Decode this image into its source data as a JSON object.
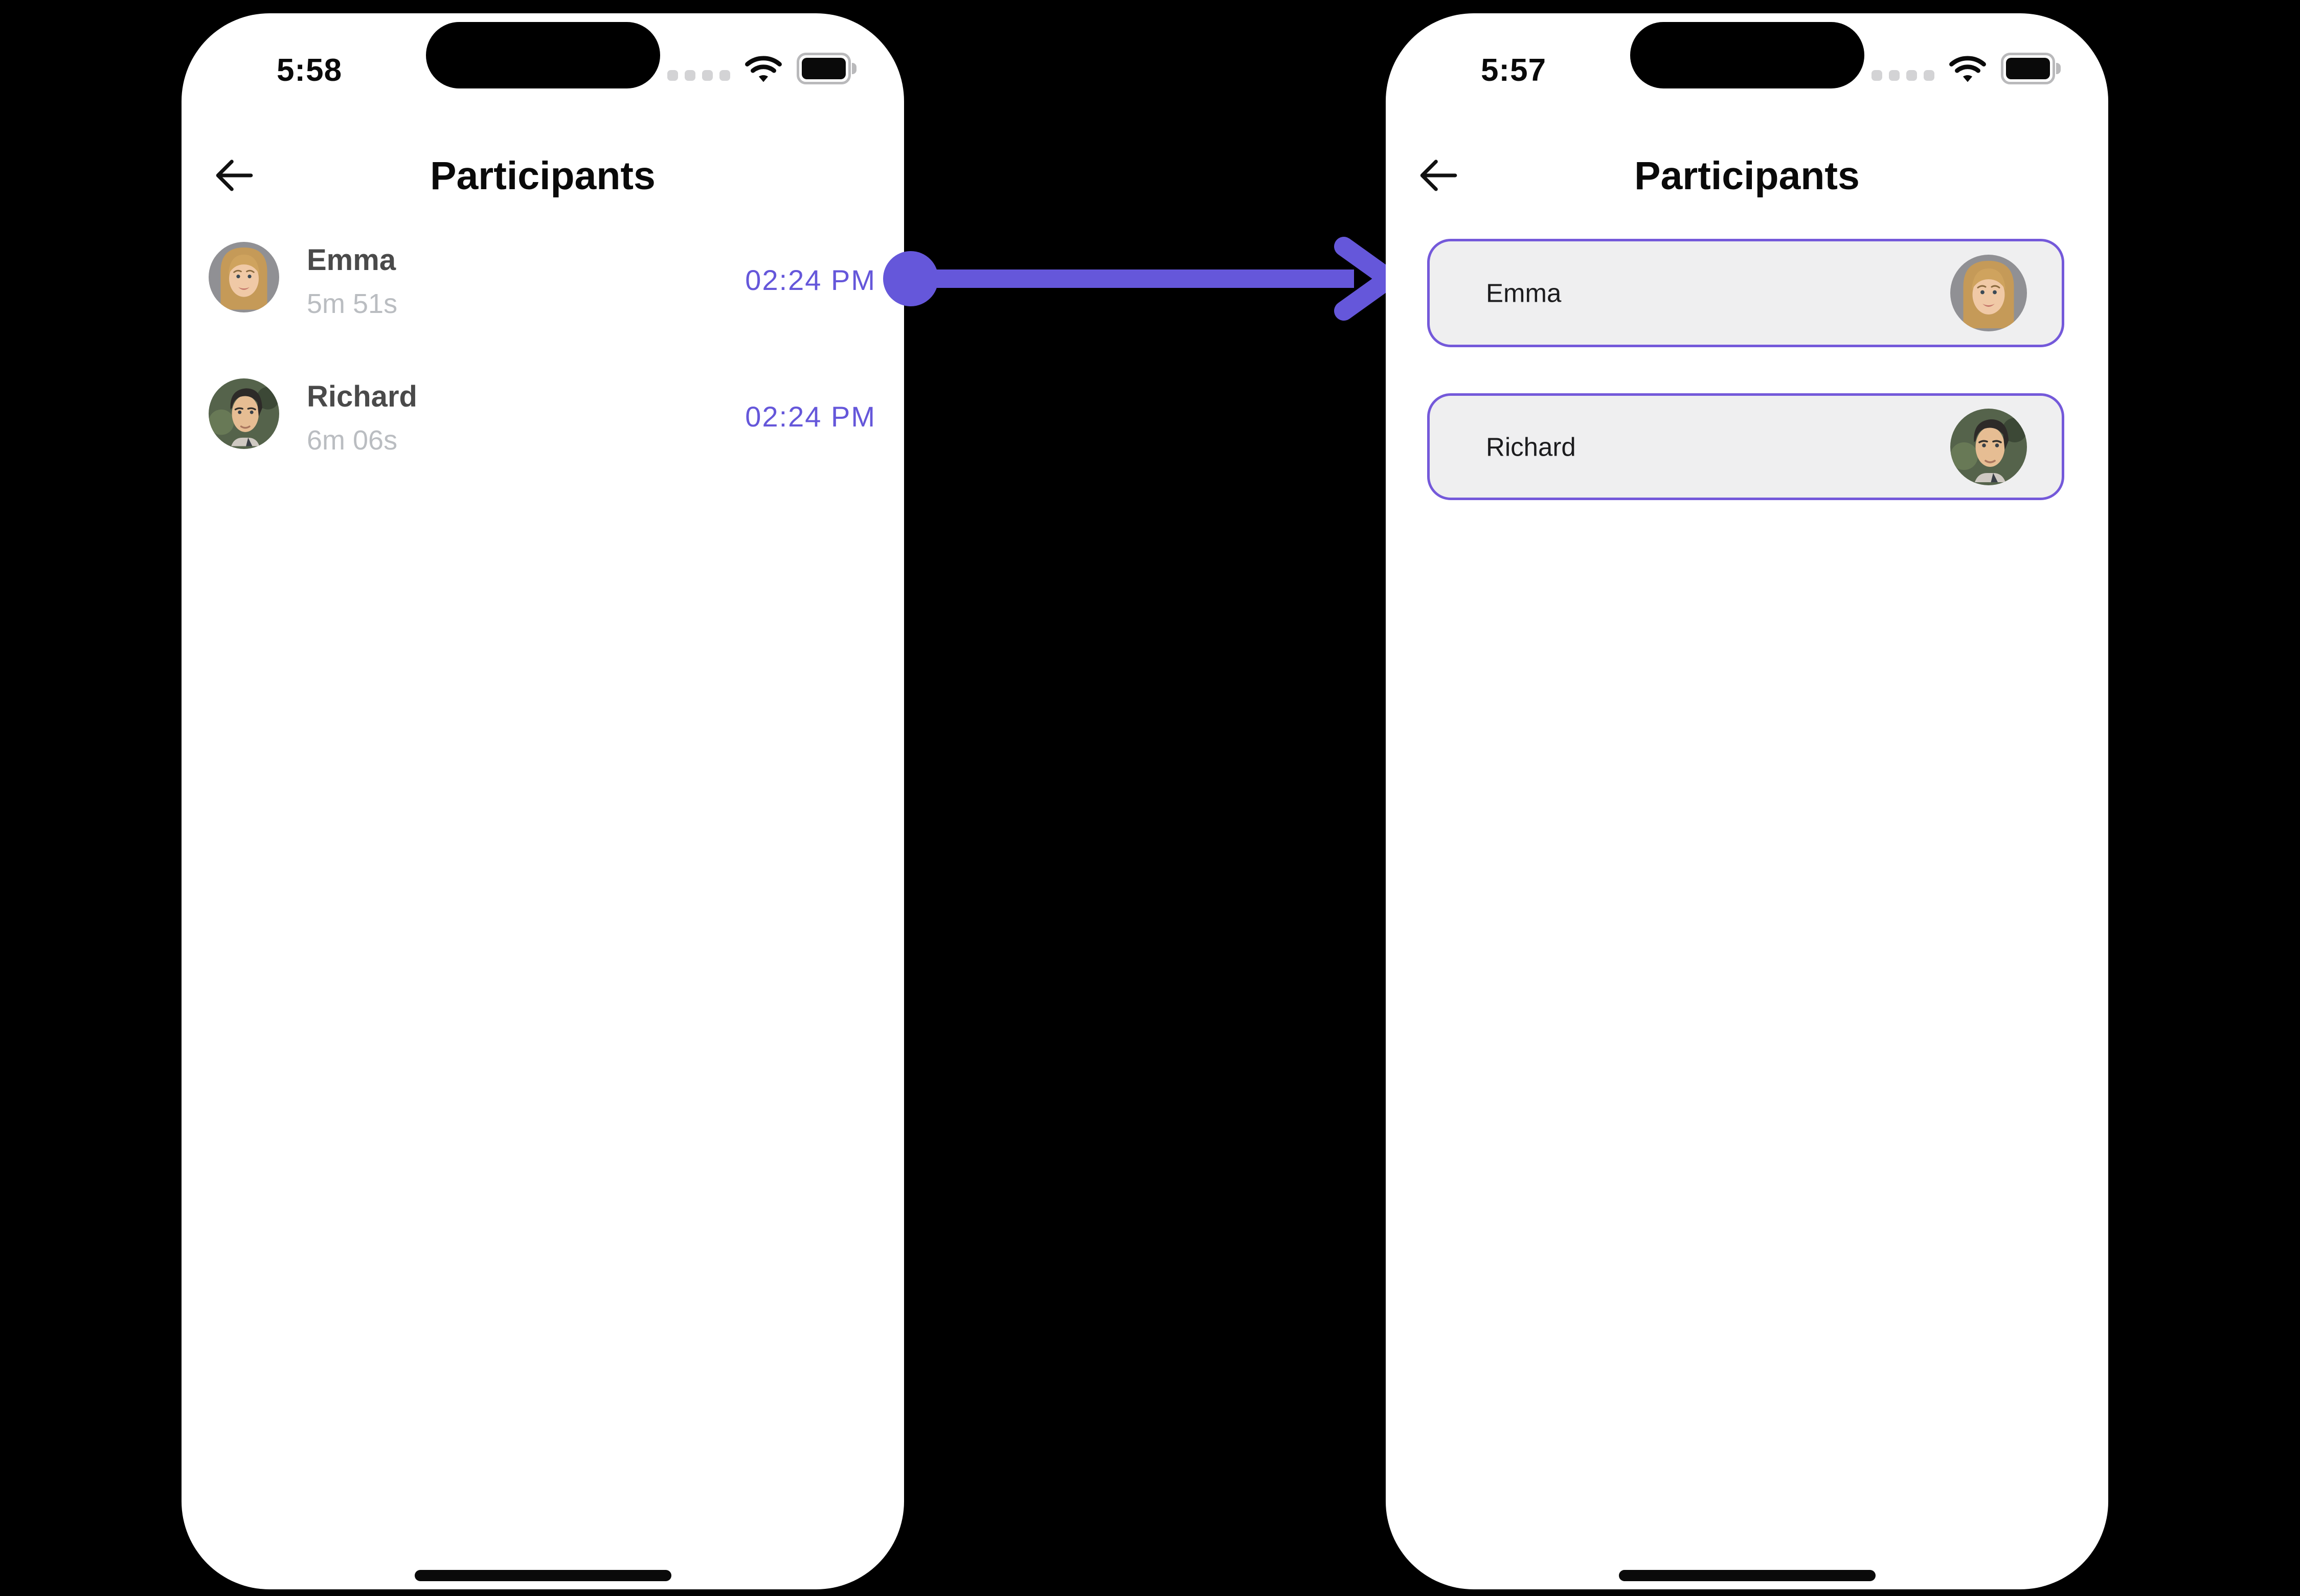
{
  "colors": {
    "accent_purple": "#6557da",
    "card_border_purple": "#7459da",
    "card_background": "#efeff0",
    "phone_background": "#ffffff",
    "canvas_background": "#000000",
    "name_gray": "#4a4a4a",
    "duration_gray": "#babdc1"
  },
  "icons": {
    "back": "back-arrow-icon",
    "wifi": "wifi-icon",
    "battery": "battery-icon",
    "cellular": "cellular-signal-icon",
    "arrow": "transition-arrow-icon"
  },
  "left_phone": {
    "status_bar": {
      "time": "5:58"
    },
    "header": {
      "title": "Participants"
    },
    "participants": [
      {
        "name": "Emma",
        "duration": "5m 51s",
        "time": "02:24 PM"
      },
      {
        "name": "Richard",
        "duration": "6m 06s",
        "time": "02:24 PM"
      }
    ]
  },
  "right_phone": {
    "status_bar": {
      "time": "5:57"
    },
    "header": {
      "title": "Participants"
    },
    "participants": [
      {
        "name": "Emma"
      },
      {
        "name": "Richard"
      }
    ]
  }
}
